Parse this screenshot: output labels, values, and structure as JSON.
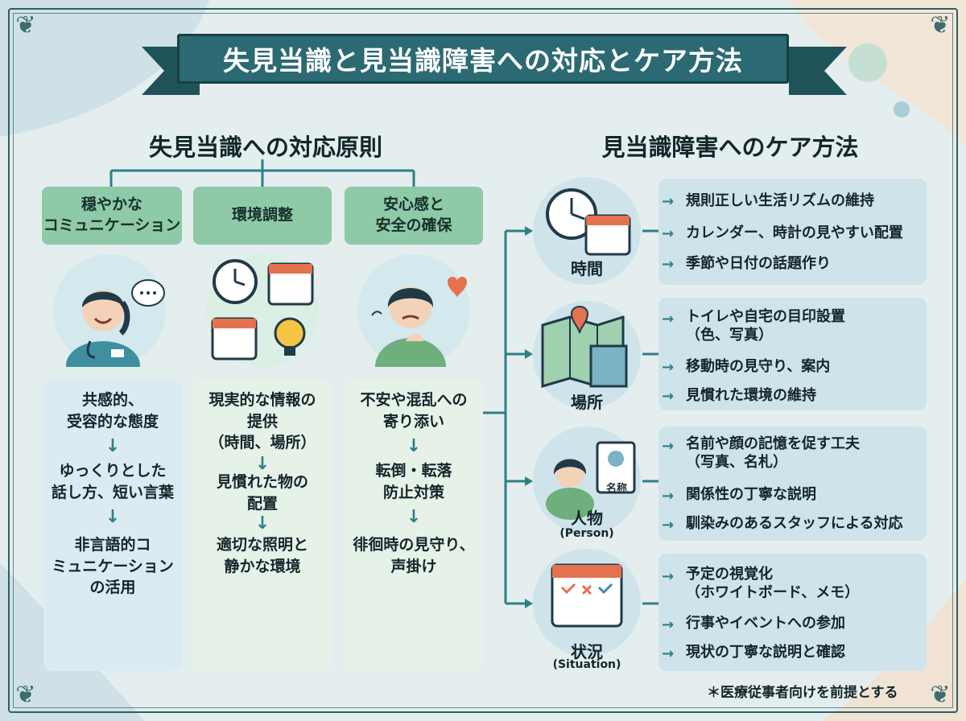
{
  "title": "失見当識と見当識障害への対応とケア方法",
  "left": {
    "heading": "失見当識への対応原則",
    "columns": [
      {
        "tag": [
          "穏やかな",
          "コミュニケーション"
        ],
        "steps": [
          [
            "共感的、",
            "受容的な態度"
          ],
          [
            "ゆっくりとした",
            "話し方、短い言葉"
          ],
          [
            "非言語的コ",
            "ミュニケーション",
            "の活用"
          ]
        ]
      },
      {
        "tag": [
          "環境調整"
        ],
        "steps": [
          [
            "現実的な情報の",
            "提供",
            "（時間、場所）"
          ],
          [
            "見慣れた物の",
            "配置"
          ],
          [
            "適切な照明と",
            "静かな環境"
          ]
        ]
      },
      {
        "tag": [
          "安心感と",
          "安全の確保"
        ],
        "steps": [
          [
            "不安や混乱への",
            "寄り添い"
          ],
          [
            "転倒・転落",
            "防止対策"
          ],
          [
            "徘徊時の見守り、",
            "声掛け"
          ]
        ]
      }
    ]
  },
  "right": {
    "heading": "見当識障害へのケア方法",
    "categories": [
      {
        "label": "時間",
        "sub": "",
        "icon": "clock-calendar-icon",
        "items": [
          [
            "規則正しい生活リズムの維持"
          ],
          [
            "カレンダー、時計の見やすい配置"
          ],
          [
            "季節や日付の話題作り"
          ]
        ]
      },
      {
        "label": "場所",
        "sub": "",
        "icon": "map-building-icon",
        "items": [
          [
            "トイレや自宅の目印設置",
            "（色、写真）"
          ],
          [
            "移動時の見守り、案内"
          ],
          [
            "見慣れた環境の維持"
          ]
        ]
      },
      {
        "label": "人物",
        "sub": "(Person)",
        "icon": "person-nametag-icon",
        "nametag": "名称",
        "items": [
          [
            "名前や顔の記憶を促す工夫",
            "（写真、名札）"
          ],
          [
            "関係性の丁寧な説明"
          ],
          [
            "馴染みのあるスタッフによる対応"
          ]
        ]
      },
      {
        "label": "状況",
        "sub": "(Situation)",
        "icon": "schedule-calendar-icon",
        "items": [
          [
            "予定の視覚化",
            "（ホワイトボード、メモ）"
          ],
          [
            "行事やイベントへの参加"
          ],
          [
            "現状の丁寧な説明と確認"
          ]
        ]
      }
    ]
  },
  "footnote": "＊医療従事者向けを前提とする",
  "colors": {
    "accent": "#2b6a73",
    "tag": "#8ec9a8",
    "arrow": "#2f7e86"
  }
}
